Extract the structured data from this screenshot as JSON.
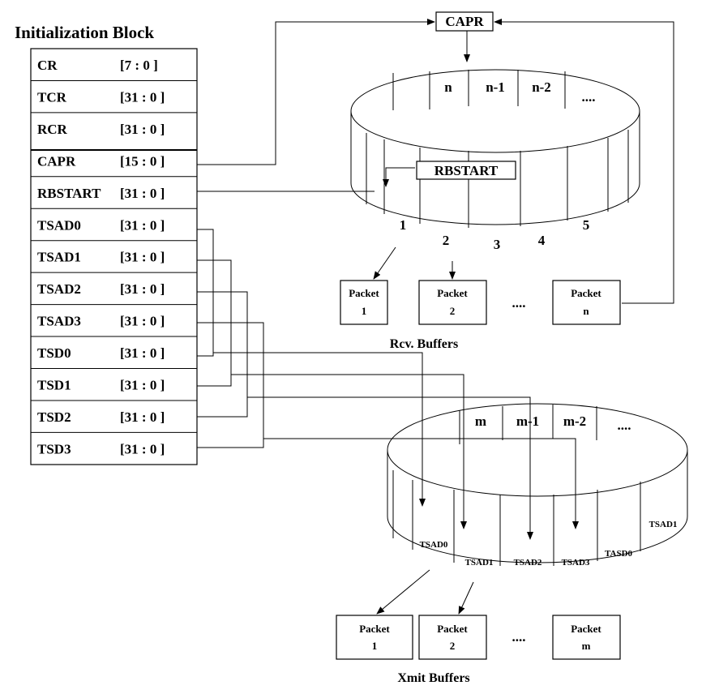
{
  "title": "Initialization Block",
  "registers": [
    {
      "name": "CR",
      "range": "[7 : 0 ]"
    },
    {
      "name": "TCR",
      "range": "[31 : 0 ]"
    },
    {
      "name": "RCR",
      "range": "[31 : 0 ]"
    },
    {
      "name": "CAPR",
      "range": "[15 : 0 ]"
    },
    {
      "name": "RBSTART",
      "range": "[31 : 0 ]"
    },
    {
      "name": "TSAD0",
      "range": "[31 : 0 ]"
    },
    {
      "name": "TSAD1",
      "range": "[31 : 0 ]"
    },
    {
      "name": "TSAD2",
      "range": "[31 : 0 ]"
    },
    {
      "name": "TSAD3",
      "range": "[31 : 0 ]"
    },
    {
      "name": "TSD0",
      "range": "[31 : 0 ]"
    },
    {
      "name": "TSD1",
      "range": "[31 : 0 ]"
    },
    {
      "name": "TSD2",
      "range": "[31 : 0 ]"
    },
    {
      "name": "TSD3",
      "range": "[31 : 0 ]"
    }
  ],
  "rcv": {
    "capr_label": "CAPR",
    "rbstart_label": "RBSTART",
    "top_segments": [
      "n",
      "n-1",
      "n-2",
      "...."
    ],
    "front_segments": [
      "1",
      "2",
      "3",
      "4",
      "5"
    ],
    "packets": [
      {
        "line1": "Packet",
        "line2": "1"
      },
      {
        "line1": "Packet",
        "line2": "2"
      },
      {
        "line1": "Packet",
        "line2": "n"
      }
    ],
    "ellipsis": "....",
    "caption": "Rcv. Buffers"
  },
  "xmit": {
    "top_segments": [
      "m",
      "m-1",
      "m-2",
      "...."
    ],
    "front_segments": [
      "TSAD0",
      "TSAD1",
      "TSAD2",
      "TSAD3",
      "TASD0",
      "TSAD1"
    ],
    "packets": [
      {
        "line1": "Packet",
        "line2": "1"
      },
      {
        "line1": "Packet",
        "line2": "2"
      },
      {
        "line1": "Packet",
        "line2": "m"
      }
    ],
    "ellipsis": "....",
    "caption": "Xmit Buffers"
  }
}
